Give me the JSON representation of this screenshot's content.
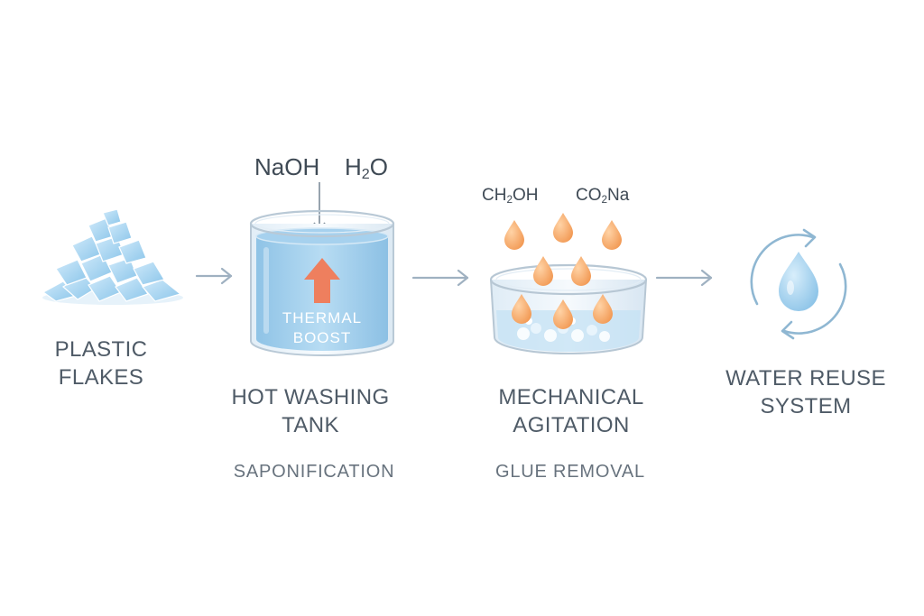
{
  "steps": [
    {
      "line1": "PLASTIC",
      "line2": "FLAKES"
    },
    {
      "line1": "HOT WASHING",
      "line2": "TANK",
      "process": "SAPONIFICATION"
    },
    {
      "line1": "MECHANICAL",
      "line2": "AGITATION",
      "process": "GLUE REMOVAL"
    },
    {
      "line1": "WATER REUSE",
      "line2": "SYSTEM"
    }
  ],
  "tank": {
    "reagent_1": "NaOH",
    "reagent_2_base": "H",
    "reagent_2_sub": "2",
    "reagent_2_rest": "O",
    "boost_line1": "THERMAL",
    "boost_line2": "BOOST"
  },
  "agitation": {
    "product_1_base": "CH",
    "product_1_sub": "2",
    "product_1_rest": "OH",
    "product_2_base": "CO",
    "product_2_sub": "2",
    "product_2_rest": "Na"
  },
  "colors": {
    "water": "#a9d4ee",
    "flakes": "#9ed0ee",
    "droplet": "#f4a866",
    "arrow": "#9fb1c1",
    "heat_arrow": "#ee7f5e",
    "text": "#4f5b67"
  }
}
